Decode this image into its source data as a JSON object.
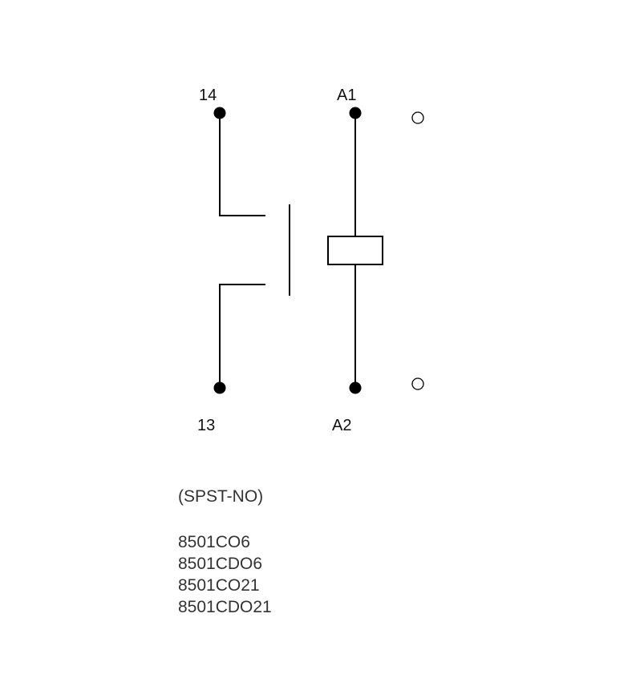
{
  "terminals": {
    "t14": "14",
    "t13": "13",
    "a1": "A1",
    "a2": "A2"
  },
  "contact_type": "(SPST-NO)",
  "part_numbers": [
    "8501CO6",
    "8501CDO6",
    "8501CO21",
    "8501CDO21"
  ]
}
